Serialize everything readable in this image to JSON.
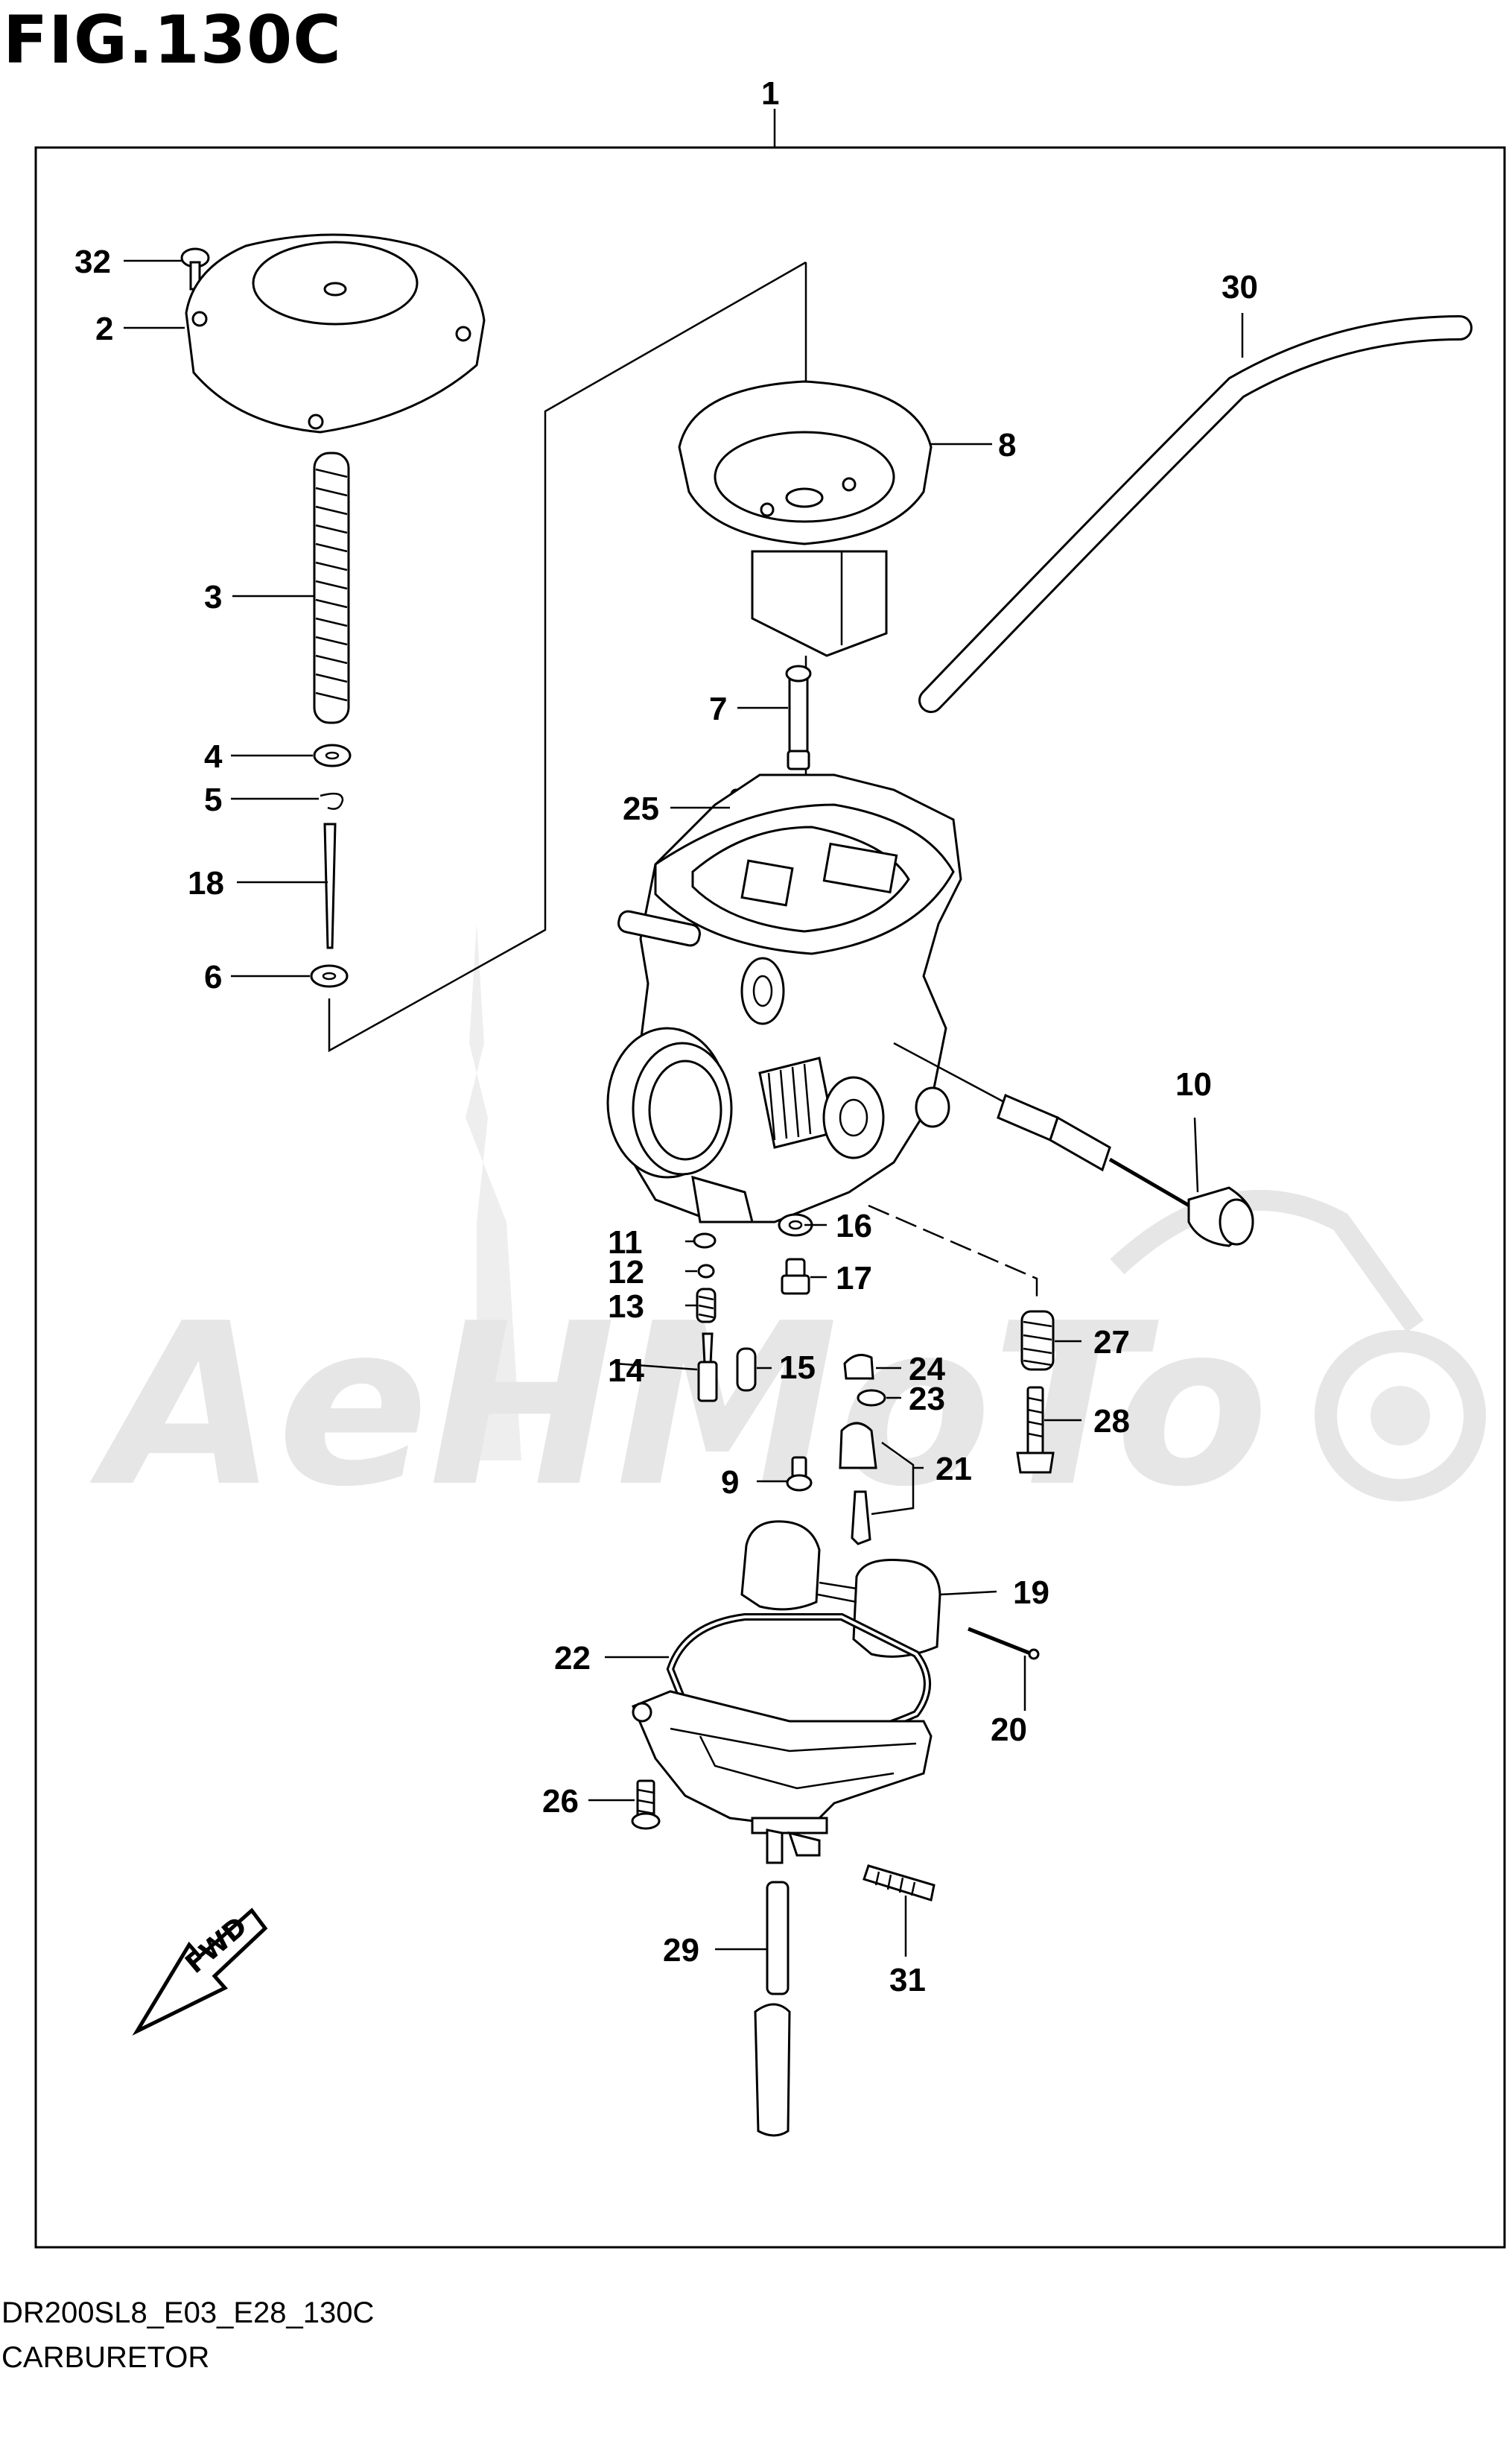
{
  "figure": {
    "title": "FIG.130C",
    "code": "DR200SL8_E03_E28_130C",
    "name": "CARBURETOR",
    "watermark": "AeHMoTo",
    "fwd_label": "FWD"
  },
  "parts": {
    "p1": "1",
    "p2": "2",
    "p3": "3",
    "p4": "4",
    "p5": "5",
    "p6": "6",
    "p7": "7",
    "p8": "8",
    "p9": "9",
    "p10": "10",
    "p11": "11",
    "p12": "12",
    "p13": "13",
    "p14": "14",
    "p15": "15",
    "p16": "16",
    "p17": "17",
    "p18": "18",
    "p19": "19",
    "p20": "20",
    "p21": "21",
    "p22": "22",
    "p23": "23",
    "p24": "24",
    "p25": "25",
    "p26": "26",
    "p27": "27",
    "p28": "28",
    "p29": "29",
    "p30": "30",
    "p31": "31",
    "p32": "32"
  }
}
